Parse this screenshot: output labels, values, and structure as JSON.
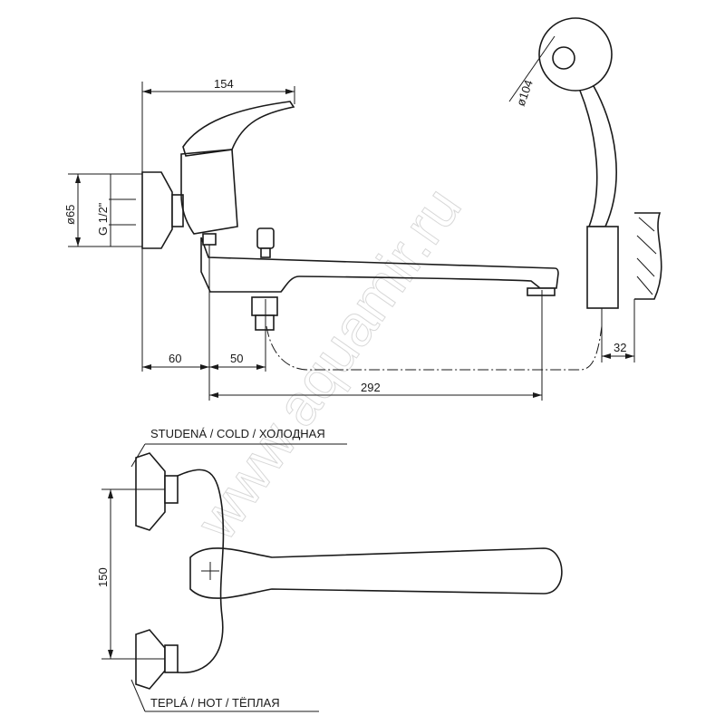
{
  "watermark": "www.aquamir.ru",
  "side_view": {
    "dim_total_width": "154",
    "dim_flange_diameter": "ø65",
    "dim_thread": "G 1/2\"",
    "dim_shower_head_diameter": "ø104",
    "dim_wall_to_axis": "60",
    "dim_axis_to_diverter": "50",
    "dim_spout_length": "292",
    "dim_holder_offset": "32"
  },
  "top_view": {
    "cold_label": "STUDENÁ / COLD / ХОЛОДНАЯ",
    "dim_inlet_spacing": "150",
    "hot_label": "TEPLÁ / HOT / ТЁПЛАЯ"
  }
}
